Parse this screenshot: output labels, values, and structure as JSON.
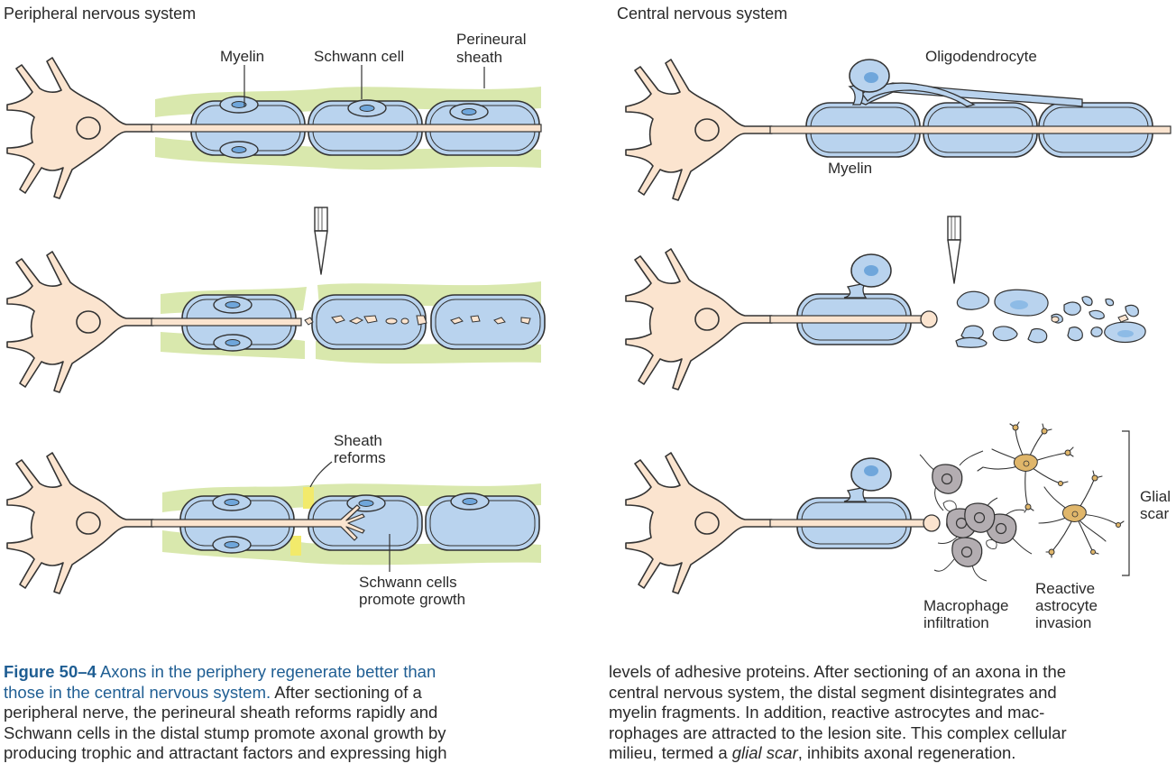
{
  "headings": {
    "pns": "Peripheral nervous system",
    "cns": "Central nervous system"
  },
  "labels": {
    "myelin": "Myelin",
    "schwann_cell": "Schwann cell",
    "perineural_1": "Perineural",
    "perineural_2": "sheath",
    "oligodendrocyte": "Oligodendrocyte",
    "cns_myelin": "Myelin",
    "sheath_reforms_1": "Sheath",
    "sheath_reforms_2": "reforms",
    "schwann_promote_1": "Schwann cells",
    "schwann_promote_2": "promote growth",
    "glial_scar_1": "Glial",
    "glial_scar_2": "scar",
    "macrophage_1": "Macrophage",
    "macrophage_2": "infiltration",
    "astrocyte_1": "Reactive",
    "astrocyte_2": "astrocyte",
    "astrocyte_3": "invasion"
  },
  "caption": {
    "fig_number": "Figure 50–4",
    "fig_head_1": " Axons in the periphery regenerate better than",
    "fig_head_2": "those in the central nervous system.",
    "left_l2_rest": " After sectioning of a",
    "left_l3": "peripheral nerve, the perineural sheath reforms rapidly and",
    "left_l4": "Schwann cells in the distal stump promote axonal growth by",
    "left_l5": "producing trophic and attractant factors and expressing high",
    "right_l1": "levels of adhesive proteins. After sectioning of an axona in the",
    "right_l2": "central nervous system, the distal segment disintegrates and",
    "right_l3": "myelin fragments. In addition, reactive astrocytes and mac-",
    "right_l4": "rophages are attracted to the lesion site. This complex cellular",
    "right_l5_a": "milieu, termed a ",
    "right_l5_em": "glial scar",
    "right_l5_b": ", inhibits axonal regeneration."
  },
  "colors": {
    "neuron": "#fbe4cf",
    "myelin": "#b9d3ee",
    "sheath": "#d9e8ad",
    "nucleus_blue": "#6fa6db",
    "macrophage": "#b3adb1",
    "astrocyte": "#e0b66a",
    "caption_blue": "#1f5e93"
  }
}
